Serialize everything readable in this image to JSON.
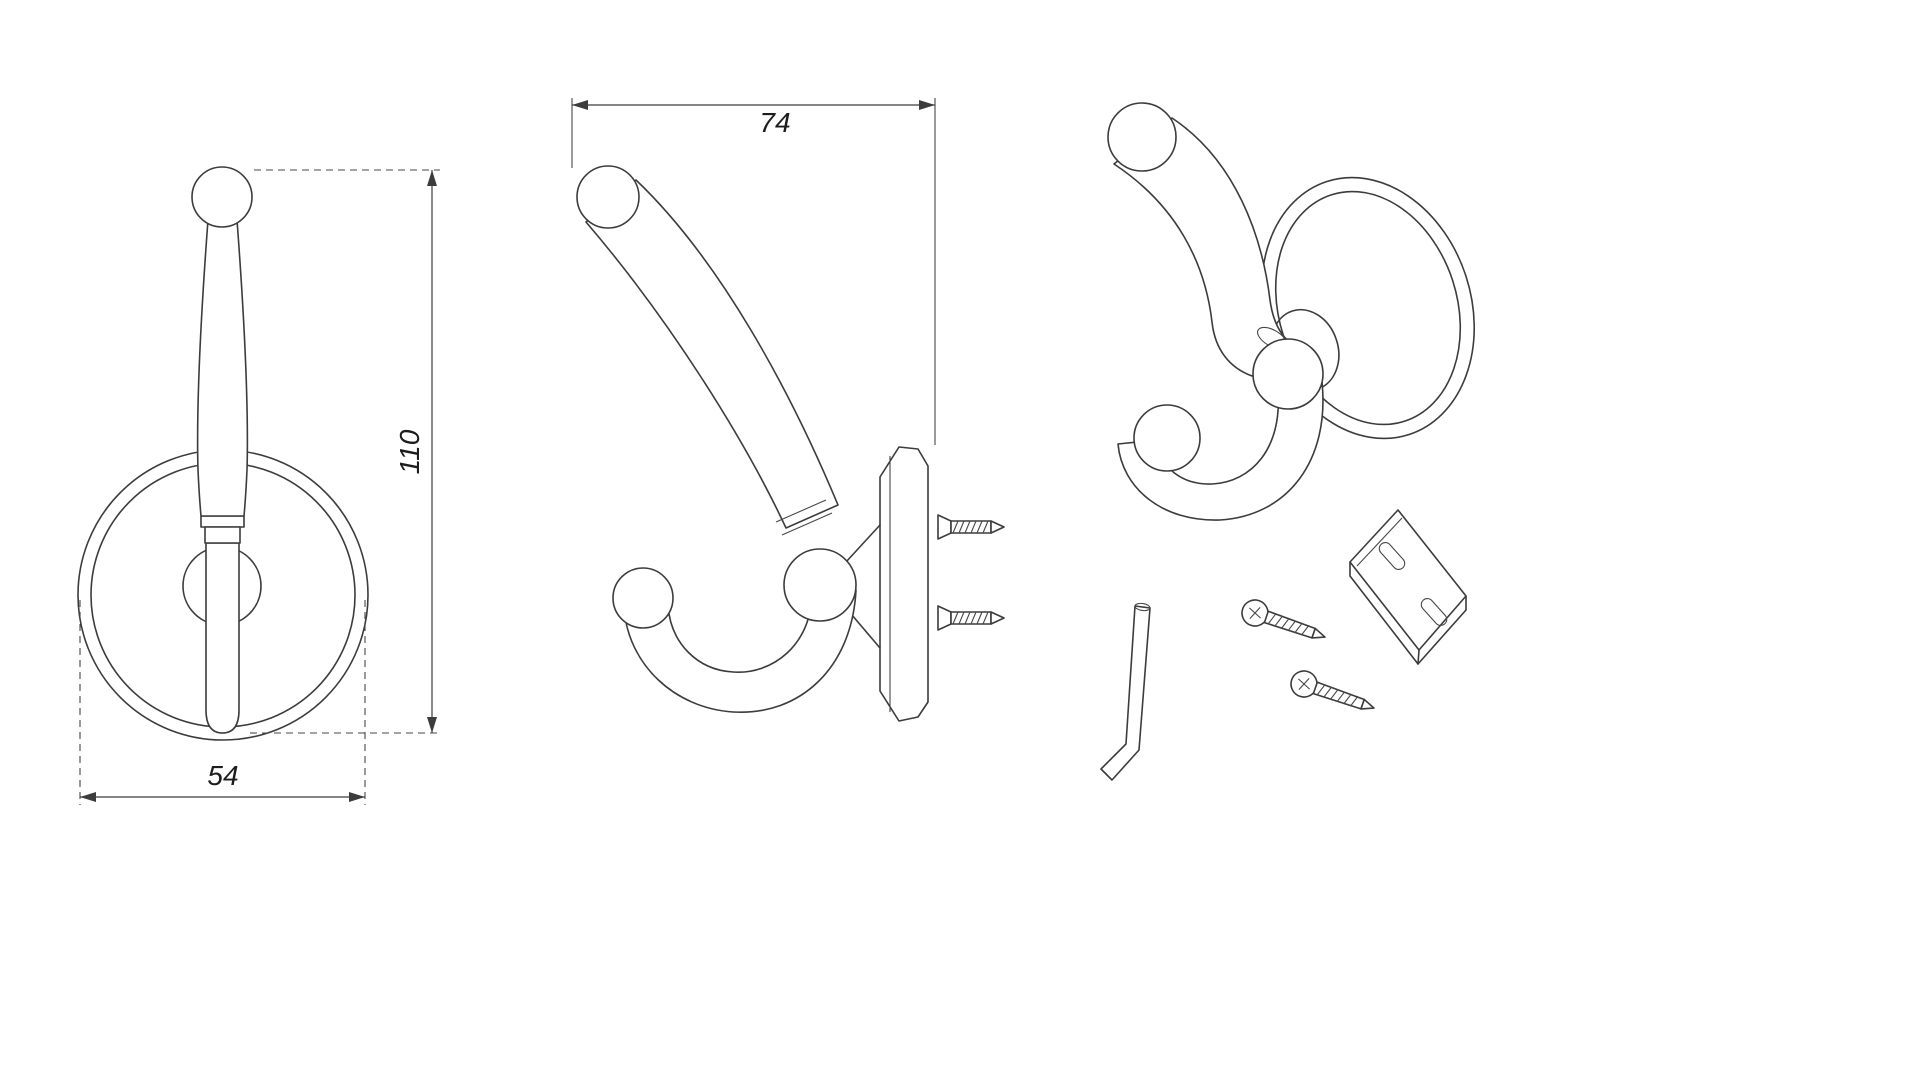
{
  "drawing": {
    "background_color": "#ffffff",
    "line_color": "#3c3c3c",
    "dimensions": {
      "width_mm": "54",
      "height_mm": "110",
      "depth_mm": "74"
    }
  }
}
